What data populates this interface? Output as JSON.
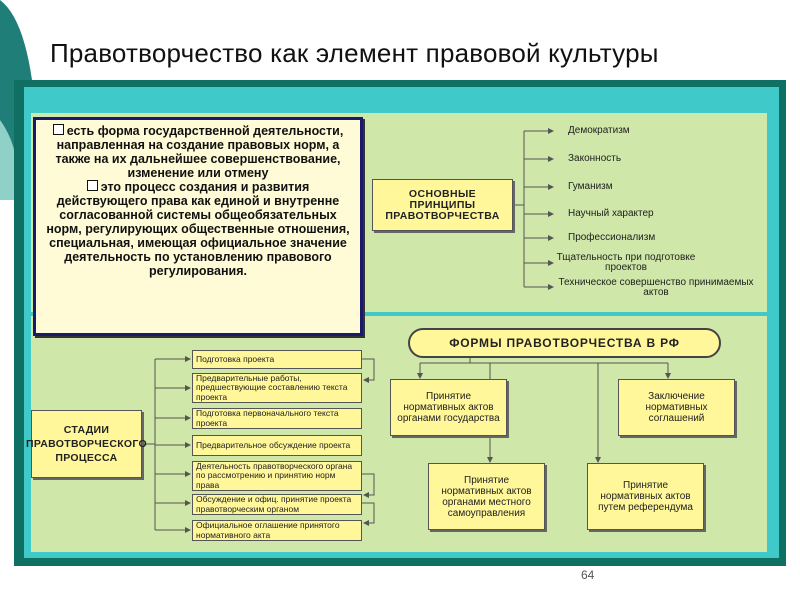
{
  "title": "Правотворчество как элемент правовой культуры",
  "definition": [
    "есть форма государственной деятельности, направленная на создание правовых норм, а также на их дальнейшее совершенствование, изменение или отмену",
    "это процесс создания и развития действующего права как единой и внутренне согласованной системы общеобязательных норм, регулирующих общественные отношения, специальная, имеющая официальное значение деятельность по установлению правового регулирования."
  ],
  "principles": {
    "header": "ОСНОВНЫЕ ПРИНЦИПЫ ПРАВОТВОРЧЕСТВА",
    "items": [
      "Демократизм",
      "Законность",
      "Гуманизм",
      "Научный характер",
      "Профессионализм",
      "Тщательность при подготовке проектов",
      "Техническое совершенство принимаемых актов"
    ]
  },
  "stages": {
    "header": "СТАДИИ ПРАВОТВОРЧЕСКОГО ПРОЦЕССА",
    "items": [
      "Подготовка проекта",
      "Предварительные работы, предшествующие составлению текста проекта",
      "Подготовка первоначального текста проекта",
      "Предварительное обсуждение проекта",
      "Деятельность правотворческого органа по рассмотрению и принятию норм права",
      "Обсуждение и офиц. принятие проекта правотворческим органом",
      "Официальное оглашение принятого нормативного акта"
    ]
  },
  "forms": {
    "header": "ФОРМЫ ПРАВОТВОРЧЕСТВА В РФ",
    "items": [
      "Принятие нормативных актов органами государства",
      "Заключение нормативных соглашений",
      "Принятие нормативных актов органами местного самоуправления",
      "Принятие нормативных актов путем референдума"
    ]
  },
  "page_number": "64"
}
